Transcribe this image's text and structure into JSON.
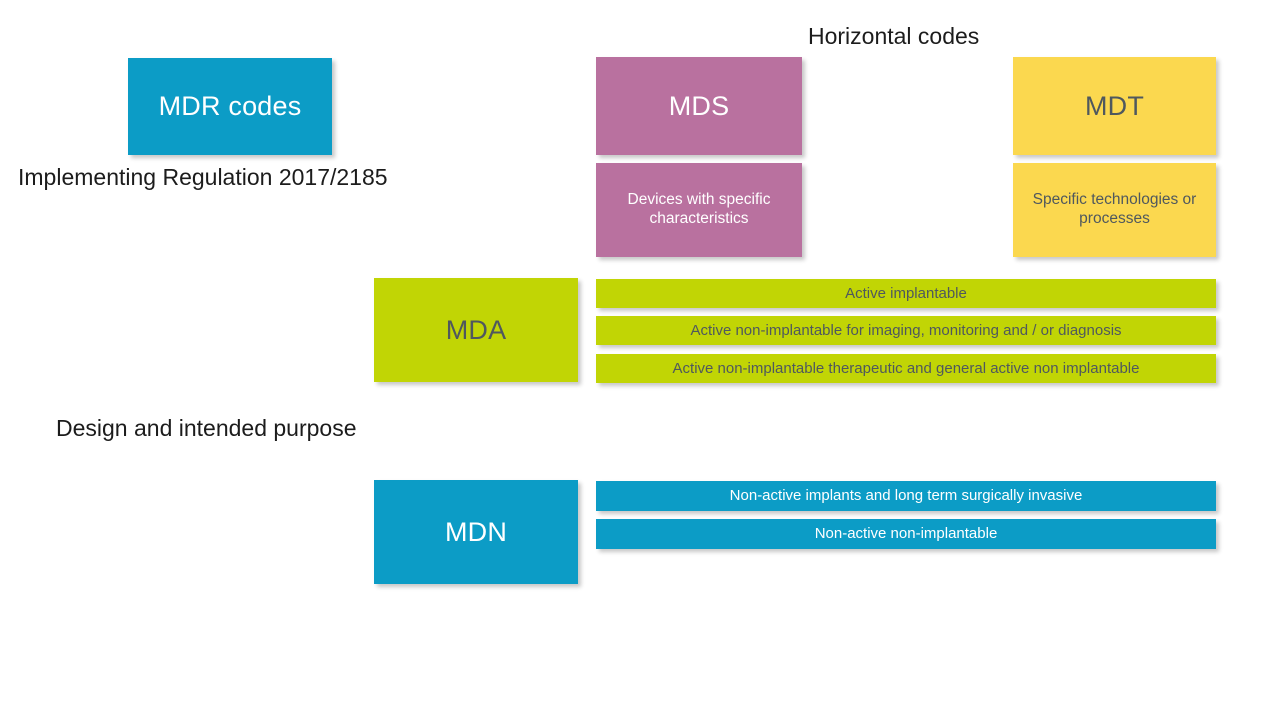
{
  "headings": {
    "horizontal_codes": "Horizontal codes"
  },
  "captions": {
    "implementing_regulation": "Implementing Regulation 2017/2185",
    "design_and_intended_purpose": "Design and intended purpose"
  },
  "colors": {
    "blue": "#0c9cc6",
    "pink": "#b9719f",
    "yellow": "#fbd84f",
    "green": "#c1d505",
    "dark_text": "#4f585e",
    "label_text": "#1c1c1c",
    "background": "#ffffff"
  },
  "groups": {
    "mdr": {
      "code": "MDR codes",
      "color": "#0c9cc6"
    },
    "mds": {
      "code": "MDS",
      "description": "Devices with specific characteristics",
      "color": "#b9719f"
    },
    "mdt": {
      "code": "MDT",
      "description": "Specific technologies or processes",
      "color": "#fbd84f"
    },
    "mda": {
      "code": "MDA",
      "color": "#c1d505",
      "items": [
        "Active implantable",
        "Active non-implantable for imaging, monitoring and / or diagnosis",
        "Active non-implantable therapeutic and general active non implantable"
      ]
    },
    "mdn": {
      "code": "MDN",
      "color": "#0c9cc6",
      "items": [
        "Non-active implants and long term surgically invasive",
        "Non-active non-implantable"
      ]
    }
  }
}
